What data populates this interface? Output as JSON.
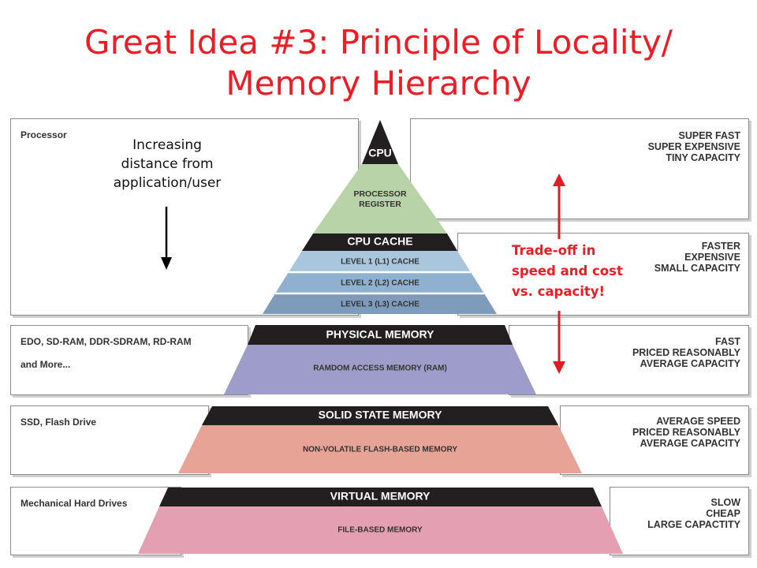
{
  "title": {
    "line1": "Great Idea #3: Principle of Locality/",
    "line2": "Memory Hierarchy"
  },
  "left_panels": [
    {
      "lines": [
        "Processor"
      ]
    },
    {
      "lines": [
        "EDO, SD-RAM, DDR-SDRAM, RD-RAM",
        "and More..."
      ]
    },
    {
      "lines": [
        "SSD, Flash Drive"
      ]
    },
    {
      "lines": [
        "Mechanical Hard Drives"
      ]
    }
  ],
  "right_panels": [
    {
      "lines": [
        "SUPER FAST",
        "SUPER EXPENSIVE",
        "TINY CAPACITY"
      ]
    },
    {
      "lines": [
        "FASTER",
        "EXPENSIVE",
        "SMALL CAPACITY"
      ]
    },
    {
      "lines": [
        "FAST",
        "PRICED REASONABLY",
        "AVERAGE CAPACITY"
      ]
    },
    {
      "lines": [
        "AVERAGE SPEED",
        "PRICED REASONABLY",
        "AVERAGE CAPACITY"
      ]
    },
    {
      "lines": [
        "SLOW",
        "CHEAP",
        "LARGE CAPACTITY"
      ]
    }
  ],
  "pyramid": {
    "cpu": "CPU",
    "processor_register": [
      "PROCESSOR",
      "REGISTER"
    ],
    "cpu_cache": "CPU CACHE",
    "level1": "LEVEL 1 (L1) CACHE",
    "level2": "LEVEL 2 (L2) CACHE",
    "level3": "LEVEL 3 (L3) CACHE",
    "physical_memory": "PHYSICAL MEMORY",
    "ram": "RAMDOM ACCESS MEMORY (RAM)",
    "solid_state_memory": "SOLID STATE MEMORY",
    "flash": "NON-VOLATILE FLASH-BASED MEMORY",
    "virtual_memory": "VIRTUAL MEMORY",
    "file_based": "FILE-BASED MEMORY"
  },
  "annotations": {
    "distance": [
      "Increasing",
      "distance from",
      "application/user"
    ],
    "tradeoff": [
      "Trade-off in",
      "speed and cost",
      "vs. capacity!"
    ]
  },
  "colors": {
    "title": "#ee1c24",
    "header_band": "#231f20",
    "register": "#b9d3a8",
    "l1": "#a9c6dc",
    "l2": "#8fb0cf",
    "l3": "#7f9bbb",
    "ram": "#9e9cc8",
    "flash": "#e6a396",
    "file_based": "#e59fb2",
    "tradeoff_arrow": "#e31b23",
    "distance_arrow": "#000000"
  }
}
